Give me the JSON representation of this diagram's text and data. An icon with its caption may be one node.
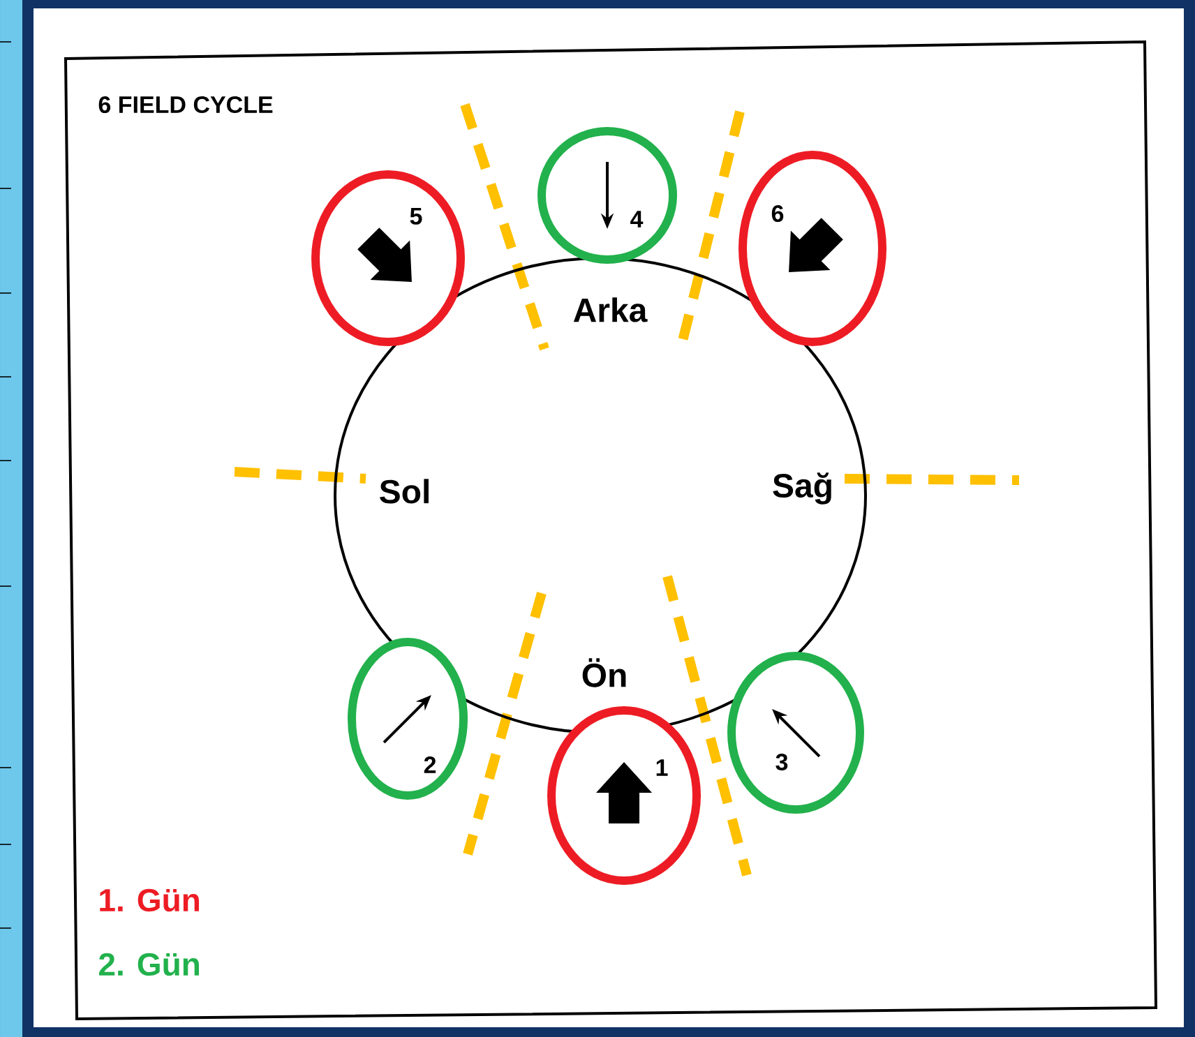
{
  "diagram": {
    "title": "6 FIELD CYCLE",
    "nodes": [
      {
        "text": [
          "5"
        ]
      },
      {
        "text": [
          "4"
        ]
      },
      {
        "text": [
          "6"
        ]
      },
      {
        "text": [
          "Arka",
          "Sol",
          "Sağ",
          "Ön"
        ]
      },
      {
        "text": [
          "2"
        ]
      },
      {
        "text": [
          "1"
        ]
      },
      {
        "text": [
          "3"
        ]
      }
    ],
    "edges": [],
    "legend": [
      {
        "text": "1. Gün",
        "color": "#ed1c24"
      },
      {
        "text": "2. Gün",
        "color": "#22b14c"
      }
    ]
  }
}
